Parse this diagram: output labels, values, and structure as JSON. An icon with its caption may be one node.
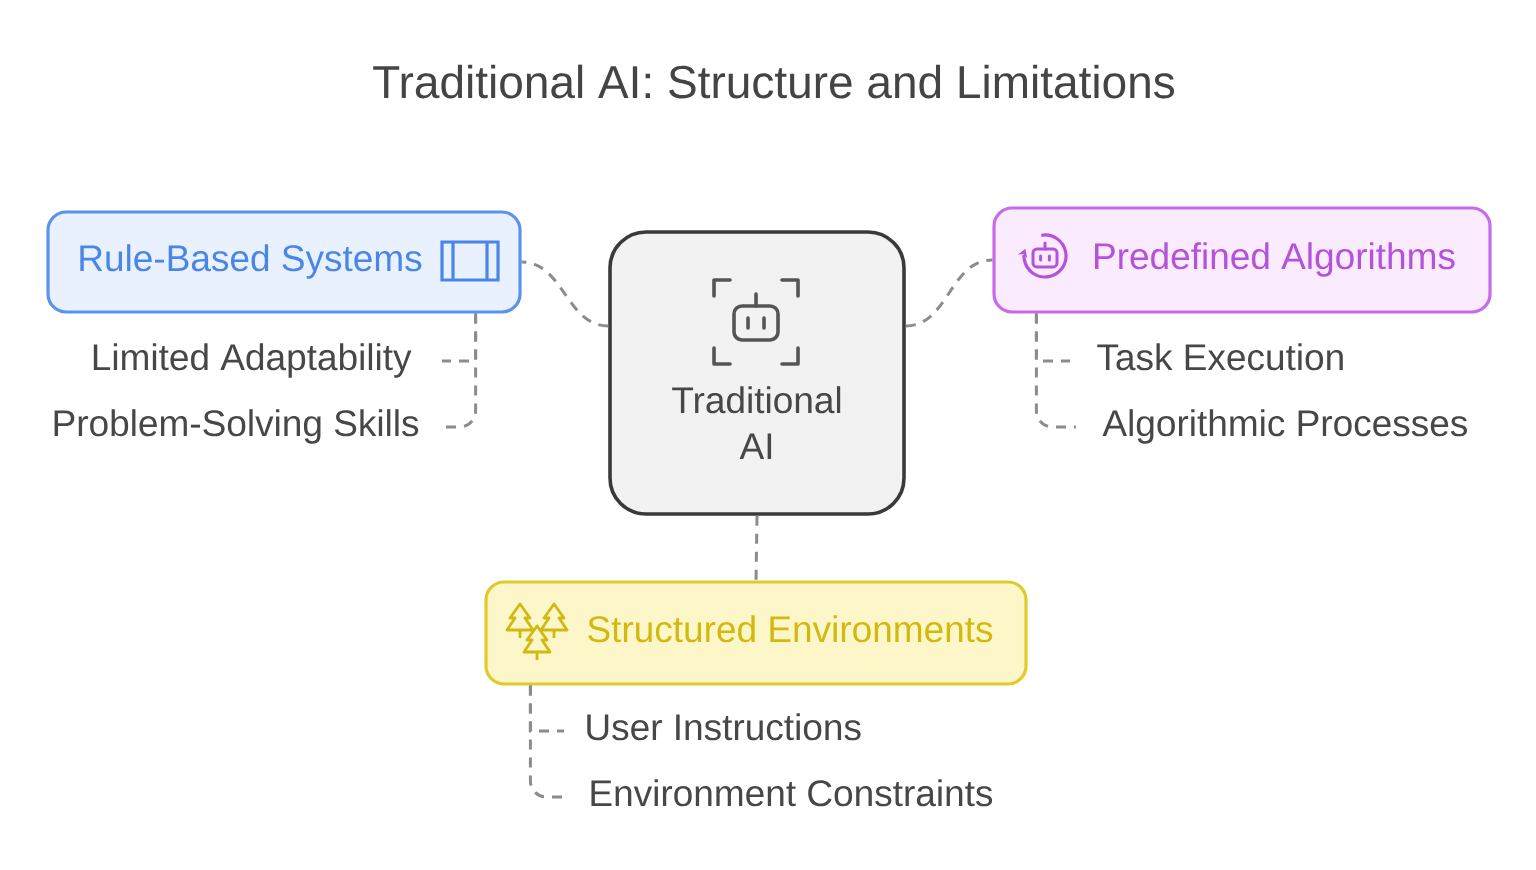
{
  "diagram": {
    "title": "Traditional AI: Structure and Limitations",
    "nodes": [
      {
        "text": [
          "Traditional AI"
        ]
      },
      {
        "text": [
          "Rule-Based Systems"
        ]
      },
      {
        "text": [
          "Limited Adaptability"
        ]
      },
      {
        "text": [
          "Problem-Solving Skills"
        ]
      },
      {
        "text": [
          "Predefined Algorithms"
        ]
      },
      {
        "text": [
          "Task Execution"
        ]
      },
      {
        "text": [
          "Algorithmic Processes"
        ]
      },
      {
        "text": [
          "Structured Environments"
        ]
      },
      {
        "text": [
          "User Instructions"
        ]
      },
      {
        "text": [
          "Environment Constraints"
        ]
      }
    ],
    "edges": [
      {
        "from": 0,
        "to": 1,
        "arrow": "none",
        "style": "dashed"
      },
      {
        "from": 0,
        "to": 4,
        "arrow": "none",
        "style": "dashed"
      },
      {
        "from": 0,
        "to": 7,
        "arrow": "none",
        "style": "dashed"
      },
      {
        "from": 1,
        "to": 2,
        "arrow": "none",
        "style": "dashed"
      },
      {
        "from": 1,
        "to": 3,
        "arrow": "none",
        "style": "dashed"
      },
      {
        "from": 4,
        "to": 5,
        "arrow": "none",
        "style": "dashed"
      },
      {
        "from": 4,
        "to": 6,
        "arrow": "none",
        "style": "dashed"
      },
      {
        "from": 7,
        "to": 8,
        "arrow": "none",
        "style": "dashed"
      },
      {
        "from": 7,
        "to": 9,
        "arrow": "none",
        "style": "dashed"
      }
    ]
  }
}
